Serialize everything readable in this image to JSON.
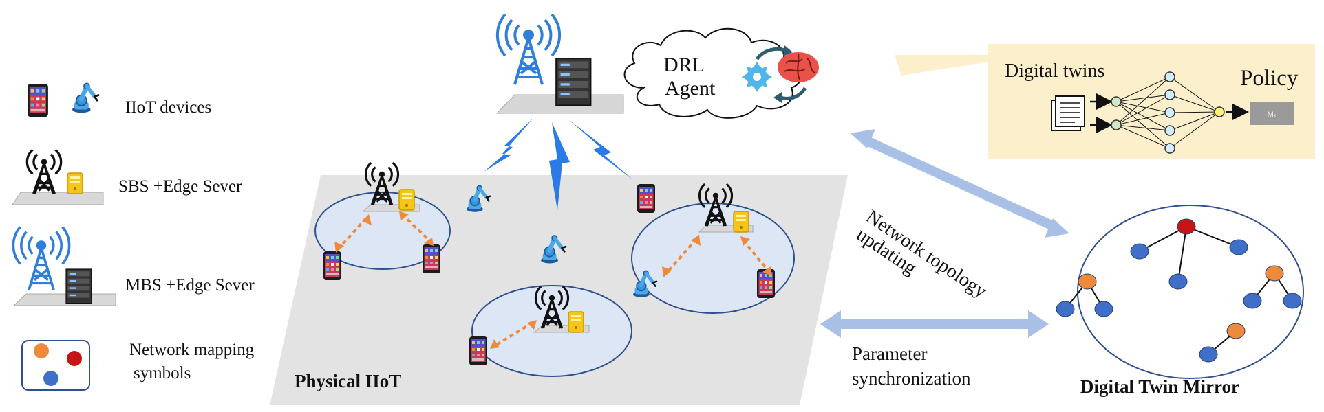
{
  "legend": {
    "iiot_devices": "IIoT devices",
    "sbs_edge": "SBS +Edge Sever",
    "mbs_edge": "MBS +Edge Sever",
    "mapping_line1": "Network mapping",
    "mapping_line2": "symbols"
  },
  "agent": {
    "line1": "DRL",
    "line2": "Agent"
  },
  "policy_panel": {
    "digital_twins": "Digital twins",
    "policy": "Policy",
    "policy_box_text": "Mₓ"
  },
  "physical": {
    "title": "Physical IIoT"
  },
  "arrows": {
    "topology_line1": "Network topology",
    "topology_line2": "updating",
    "sync_line1": "Parameter",
    "sync_line2": "synchronization"
  },
  "mirror": {
    "title": "Digital Twin Mirror"
  },
  "colors": {
    "node_blue": "#3f6fc9",
    "node_orange": "#ef8a3a",
    "node_red": "#c81414",
    "cell_fill": "#dce6f5",
    "cell_stroke": "#2f4f8f",
    "plane_gray": "#e3e3e3",
    "panel_yellow": "#fcf0cc",
    "link_orange": "#ef8a3a",
    "arrow_light_blue": "#a9c0e6",
    "tower_blue": "#2f7fd8",
    "server_yellow": "#f5c518"
  }
}
